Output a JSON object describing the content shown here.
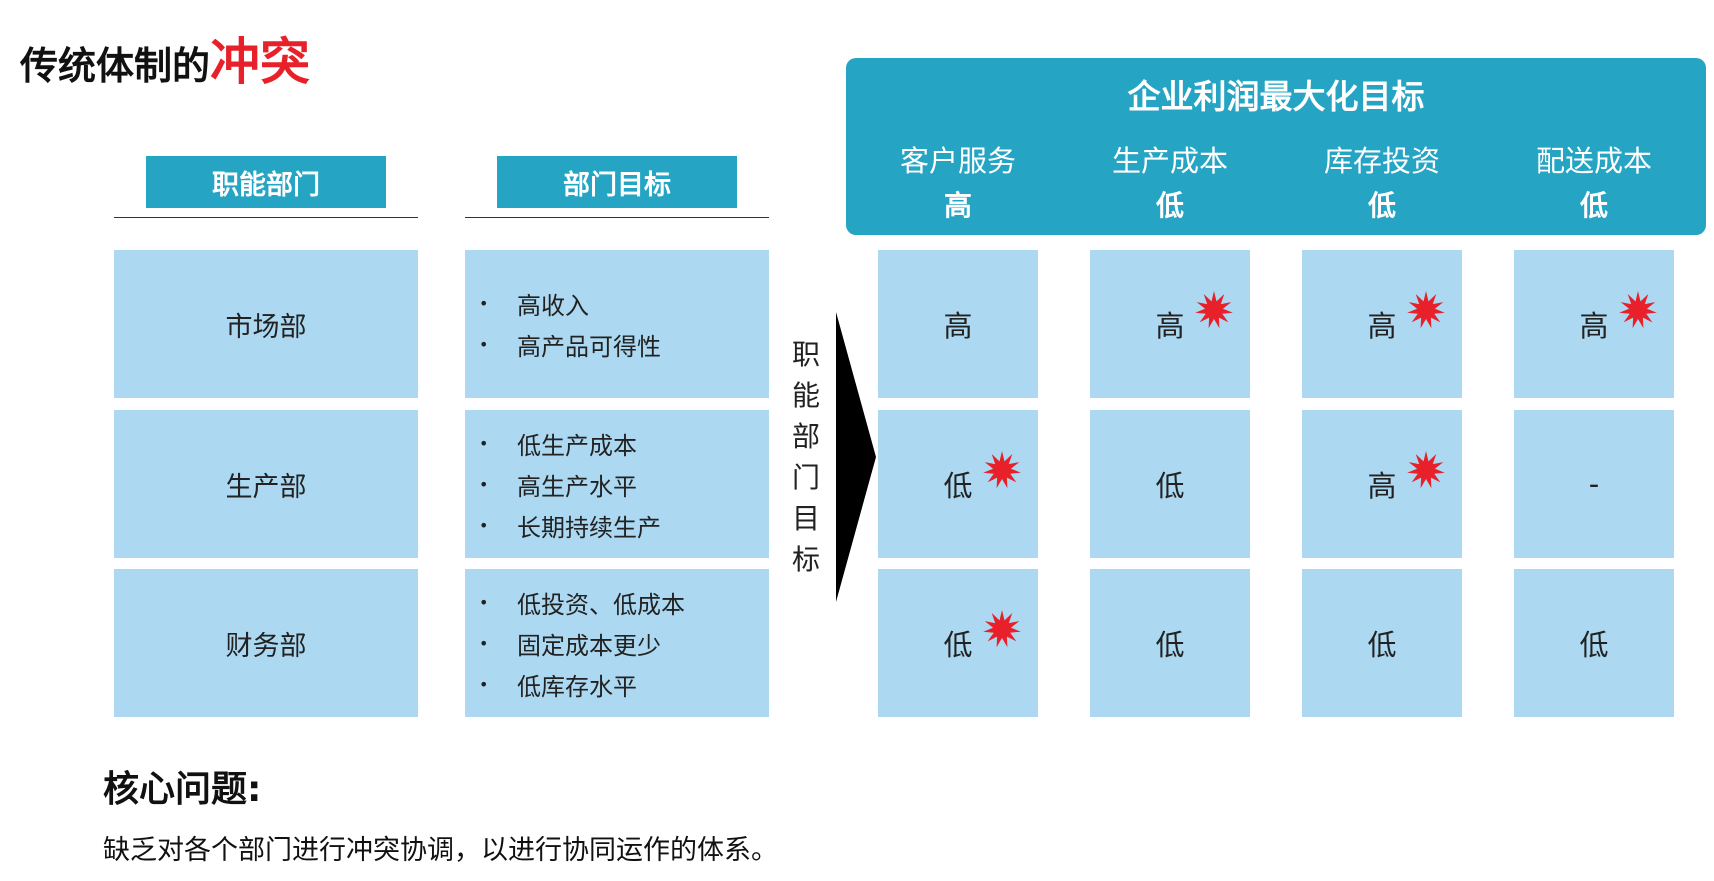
{
  "title": {
    "main": "传统体制的",
    "highlight": "冲突"
  },
  "headers": {
    "dept": "职能部门",
    "goal": "部门目标"
  },
  "departments": [
    {
      "name": "市场部",
      "goals": [
        "高收入",
        "高产品可得性"
      ]
    },
    {
      "name": "生产部",
      "goals": [
        "低生产成本",
        "高生产水平",
        "长期持续生产"
      ]
    },
    {
      "name": "财务部",
      "goals": [
        "低投资、低成本",
        "固定成本更少",
        "低库存水平"
      ]
    }
  ],
  "arrow_label": [
    "职",
    "能",
    "部",
    "门",
    "目",
    "标"
  ],
  "enterprise": {
    "title": "企业利润最大化目标",
    "columns": [
      {
        "name": "客户服务",
        "level": "高"
      },
      {
        "name": "生产成本",
        "level": "低"
      },
      {
        "name": "库存投资",
        "level": "低"
      },
      {
        "name": "配送成本",
        "level": "低"
      }
    ]
  },
  "matrix": [
    [
      {
        "value": "高",
        "conflict": false
      },
      {
        "value": "高",
        "conflict": true
      },
      {
        "value": "高",
        "conflict": true
      },
      {
        "value": "高",
        "conflict": true
      }
    ],
    [
      {
        "value": "低",
        "conflict": true
      },
      {
        "value": "低",
        "conflict": false
      },
      {
        "value": "高",
        "conflict": true
      },
      {
        "value": "-",
        "conflict": false
      }
    ],
    [
      {
        "value": "低",
        "conflict": true
      },
      {
        "value": "低",
        "conflict": false
      },
      {
        "value": "低",
        "conflict": false
      },
      {
        "value": "低",
        "conflict": false
      }
    ]
  ],
  "colors": {
    "accent": "#25a4c4",
    "cell": "#acd9f1",
    "conflict": "#e8202a"
  },
  "core_issue": {
    "label": "核心问题:",
    "text": "缺乏对各个部门进行冲突协调，以进行协同运作的体系。"
  }
}
